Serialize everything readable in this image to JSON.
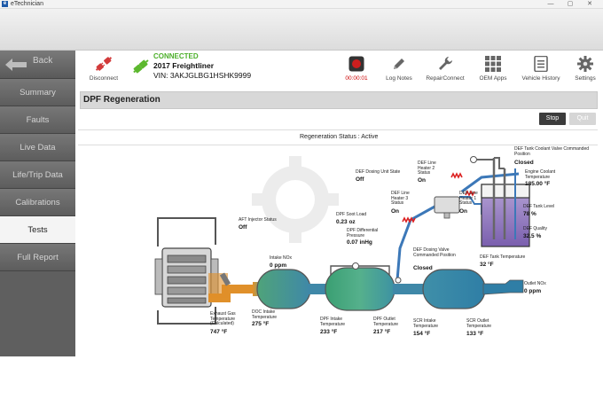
{
  "window": {
    "app_icon": "e",
    "title": "eTechnician",
    "minimize": "—",
    "maximize": "▢",
    "close": "✕"
  },
  "toolbar": {
    "disconnect_label": "Disconnect",
    "connection_status": "CONNECTED",
    "vehicle": "2017 Freightliner",
    "vin": "VIN: 3AKJGLBG1HSHK9999",
    "timer": "00:00:01",
    "log_notes_label": "Log Notes",
    "repair_connect_label": "RepairConnect",
    "oem_apps_label": "OEM Apps",
    "vehicle_history_label": "Vehicle History",
    "settings_label": "Settings",
    "record_color": "#cc1e1e"
  },
  "sidebar": {
    "back_label": "Back",
    "items": [
      {
        "label": "Summary"
      },
      {
        "label": "Faults"
      },
      {
        "label": "Live Data"
      },
      {
        "label": "Life/Trip Data"
      },
      {
        "label": "Calibrations"
      },
      {
        "label": "Tests"
      },
      {
        "label": "Full Report"
      }
    ]
  },
  "page": {
    "title": "DPF Regeneration",
    "stop_label": "Stop",
    "quit_label": "Quit",
    "regen_status": "Regeneration Status : Active"
  },
  "diagram": {
    "aft_injector_status": {
      "label": "AFT Injector Status",
      "value": "Off"
    },
    "intake_nox": {
      "label": "Intake NOx",
      "value": "0 ppm"
    },
    "exhaust_gas_temp": {
      "label": "Exhaust Gas Temperature (Calculated)",
      "value": "747 °F"
    },
    "doc_intake_temp": {
      "label": "DOC Intake Temperature",
      "value": "275 °F"
    },
    "dpf_soot_load": {
      "label": "DPF Soot Load",
      "value": "0.23 oz"
    },
    "dpf_diff_pressure": {
      "label": "DPF Differential Pressure",
      "value": "0.07 inHg"
    },
    "dpf_intake_temp": {
      "label": "DPF Intake Temperature",
      "value": "233 °F"
    },
    "dpf_outlet_temp": {
      "label": "DPF Outlet Temperature",
      "value": "217 °F"
    },
    "def_dosing_unit_state": {
      "label": "DEF Dosing Unit State",
      "value": "Off"
    },
    "def_line_heater_2": {
      "label": "DEF Line Heater 2 Status",
      "value": "On"
    },
    "def_line_heater_3": {
      "label": "DEF Line Heater 3 Status",
      "value": "On"
    },
    "def_line_heater_1": {
      "label": "DEF Line Heater 1 Status",
      "value": "On"
    },
    "def_dosing_valve": {
      "label": "DEF Dosing Valve Commanded Position",
      "value": "Closed"
    },
    "scr_intake_temp": {
      "label": "SCR Intake Temperature",
      "value": "154 °F"
    },
    "scr_outlet_temp": {
      "label": "SCR Outlet Temperature",
      "value": "133 °F"
    },
    "outlet_nox": {
      "label": "Outlet NOx",
      "value": "0 ppm"
    },
    "def_tank_coolant_valve": {
      "label": "DEF Tank Coolant Valve Commanded Position",
      "value": "Closed"
    },
    "engine_coolant_temp": {
      "label": "Engine Coolant Temperature",
      "value": "185.00 °F"
    },
    "def_tank_level": {
      "label": "DEF Tank Level",
      "value": "78 %"
    },
    "def_quality": {
      "label": "DEF Quality",
      "value": "32.5 %"
    },
    "def_tank_temp": {
      "label": "DEF Tank Temperature",
      "value": "32 °F"
    }
  },
  "icons": {
    "disconnect": "disconnect-icon",
    "connected": "plug-connected-icon",
    "record": "record-icon",
    "log_notes": "pencil-icon",
    "repair_connect": "wrench-icon",
    "oem_apps": "grid-icon",
    "vehicle_history": "document-icon",
    "settings": "gear-icon"
  }
}
